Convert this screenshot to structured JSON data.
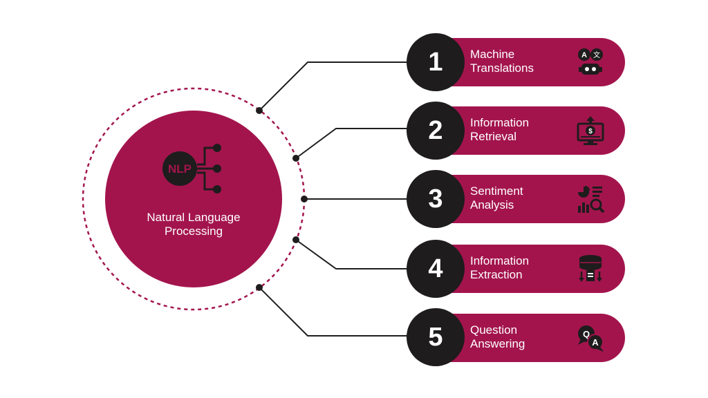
{
  "hub": {
    "title": "Natural Language\nProcessing",
    "logo_text": "NLP",
    "icon": "nlp-network-icon"
  },
  "items": [
    {
      "number": "1",
      "label": "Machine\nTranslations",
      "icon": "translation-robot-icon"
    },
    {
      "number": "2",
      "label": "Information\nRetrieval",
      "icon": "monitor-retrieval-icon"
    },
    {
      "number": "3",
      "label": "Sentiment\nAnalysis",
      "icon": "analytics-magnifier-icon"
    },
    {
      "number": "4",
      "label": "Information\nExtraction",
      "icon": "database-extraction-icon"
    },
    {
      "number": "5",
      "label": "Question\nAnswering",
      "icon": "qa-chat-icon"
    }
  ],
  "colors": {
    "primary": "#a3144d",
    "dark": "#1e1c1c",
    "text_on_primary": "#ffffff",
    "dashed_ring": "#a3144d"
  }
}
